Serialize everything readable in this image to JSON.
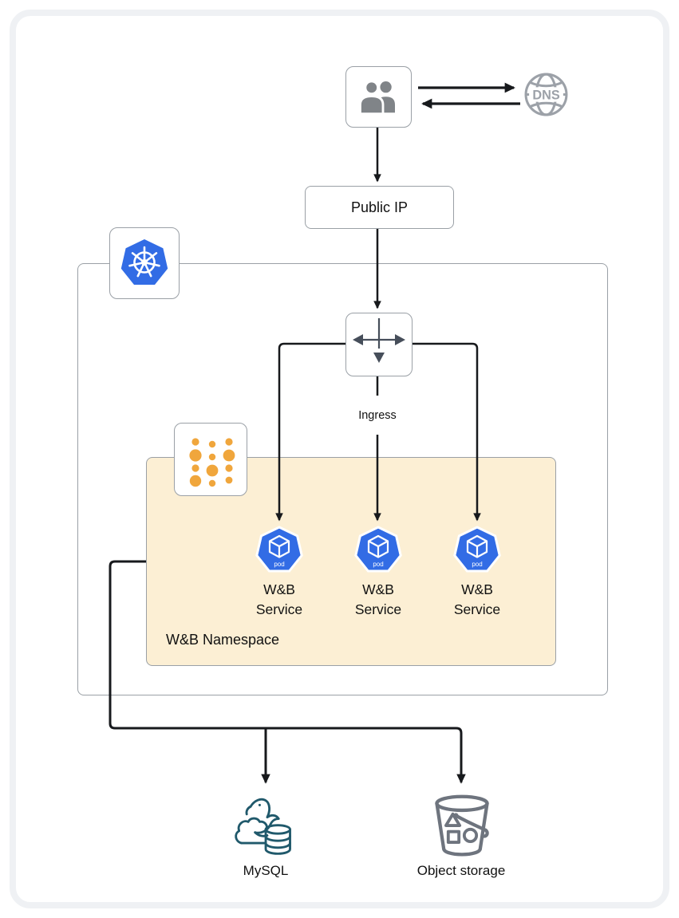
{
  "diagram": {
    "kind": "kubernetes-architecture",
    "nodes": {
      "users": {
        "icon": "users-icon"
      },
      "dns": {
        "label": "DNS",
        "icon": "dns-globe-icon"
      },
      "public_ip": {
        "label": "Public IP"
      },
      "kubernetes_cluster": {
        "icon": "kubernetes-icon"
      },
      "ingress": {
        "label": "Ingress",
        "icon": "ingress-arrows-icon"
      },
      "namespace": {
        "label": "W&B Namespace",
        "icon": "namespace-dots-icon"
      },
      "pods": [
        {
          "badge": "pod",
          "label": "W&B Service"
        },
        {
          "badge": "pod",
          "label": "W&B Service"
        },
        {
          "badge": "pod",
          "label": "W&B Service"
        }
      ],
      "mysql": {
        "label": "MySQL",
        "icon": "mysql-dolphin-icon"
      },
      "object_storage": {
        "label": "Object storage",
        "icon": "storage-bucket-icon"
      }
    },
    "edges": [
      "users -> dns",
      "dns -> users",
      "users -> public_ip",
      "public_ip -> ingress",
      "ingress -> pod1",
      "ingress -> pod2",
      "ingress -> pod3",
      "namespace -> mysql",
      "namespace -> object_storage"
    ],
    "colors": {
      "kubernetes_blue": "#326CE5",
      "namespace_fill": "#FCEFD4",
      "border_gray": "#9AA0A6",
      "dots_orange": "#F0A63C",
      "mysql_teal": "#20596B",
      "storage_gray": "#6E747E",
      "line_black": "#17191C",
      "slate_arrow": "#464E5A",
      "frame_gray": "#EFF1F4",
      "people_gray": "#808488"
    }
  }
}
